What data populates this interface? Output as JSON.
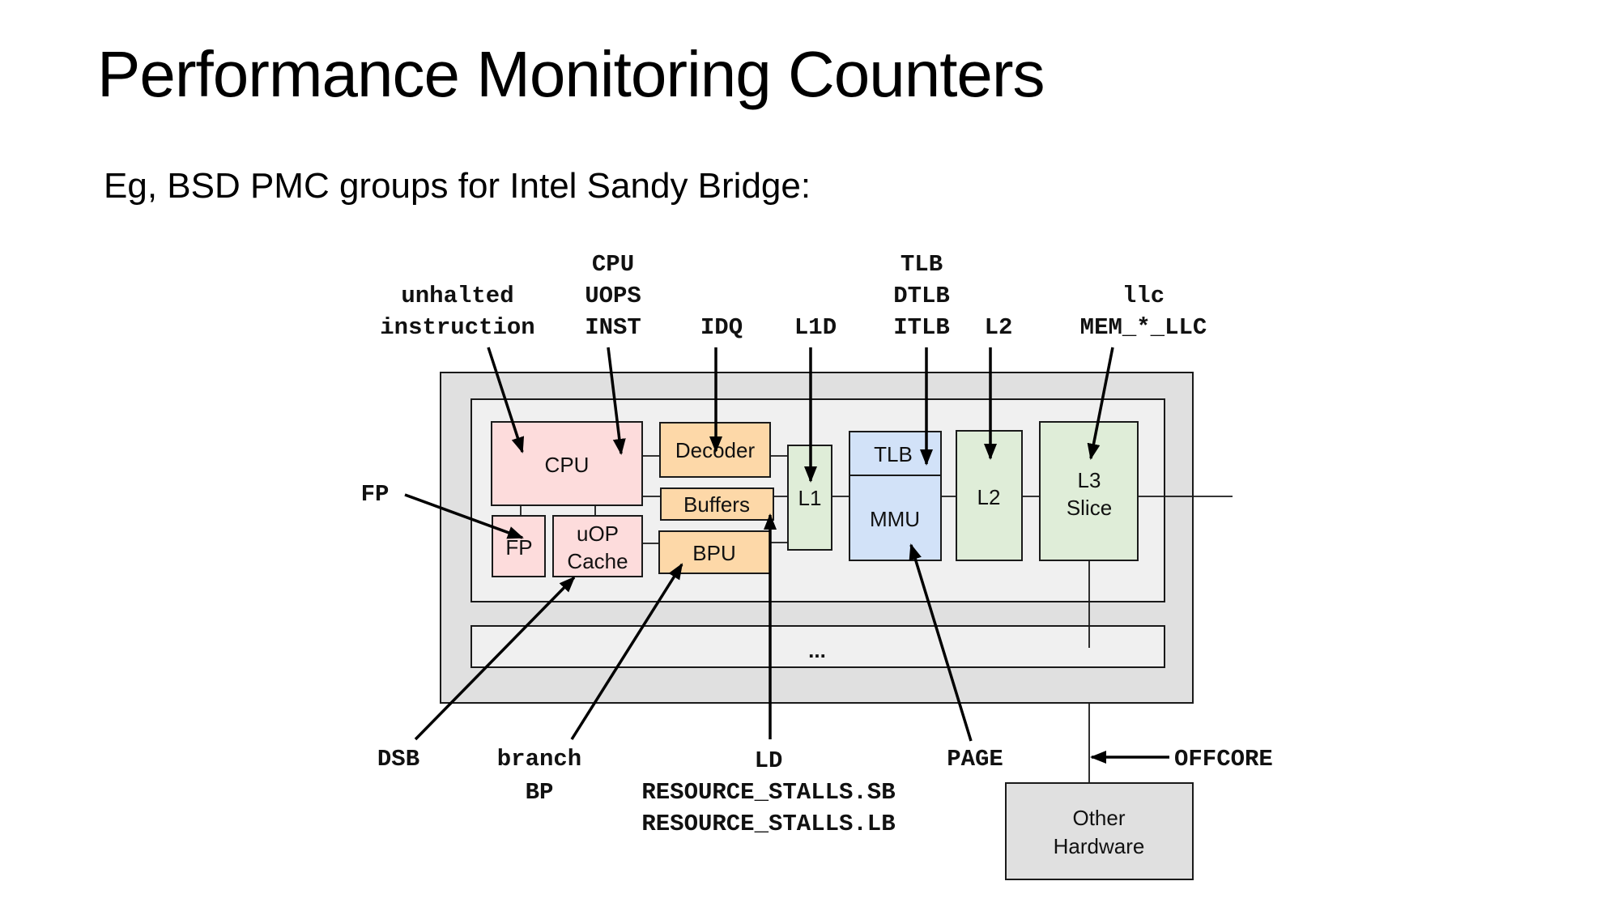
{
  "slide": {
    "title": "Performance Monitoring Counters",
    "subtitle": "Eg, BSD PMC groups for Intel Sandy Bridge:"
  },
  "colors": {
    "outer_box": "#e0e0e0",
    "core_box": "#f0f0f0",
    "cpu_pink": "#fddcdc",
    "frontend_orange": "#fdd8a8",
    "cache_green": "#dfedd8",
    "mmu_blue": "#d2e2f8",
    "other_gray": "#e0e0e0",
    "stroke": "#1a1a1a"
  },
  "blocks": {
    "cpu": "CPU",
    "fp": "FP",
    "uop_cache": [
      "uOP",
      "Cache"
    ],
    "decoder": "Decoder",
    "buffers": "Buffers",
    "bpu": "BPU",
    "l1": "L1",
    "tlb": "TLB",
    "mmu": "MMU",
    "l2": "L2",
    "l3_slice": [
      "L3",
      "Slice"
    ],
    "uncore_ellipsis": "...",
    "other_hardware": [
      "Other",
      "Hardware"
    ]
  },
  "counter_groups": {
    "top": {
      "unhalted": [
        "unhalted",
        "instruction"
      ],
      "cpu": [
        "CPU",
        "UOPS",
        "INST"
      ],
      "idq": [
        "IDQ"
      ],
      "l1d": [
        "L1D"
      ],
      "tlb": [
        "TLB",
        "DTLB",
        "ITLB"
      ],
      "l2": [
        "L2"
      ],
      "llc": [
        "llc",
        "MEM_*_LLC"
      ]
    },
    "left": {
      "fp": "FP"
    },
    "bottom": {
      "dsb": "DSB",
      "branch": [
        "branch",
        "BP"
      ],
      "ld": [
        "LD",
        "RESOURCE_STALLS.SB",
        "RESOURCE_STALLS.LB"
      ],
      "page": "PAGE",
      "offcore": "OFFCORE"
    }
  }
}
